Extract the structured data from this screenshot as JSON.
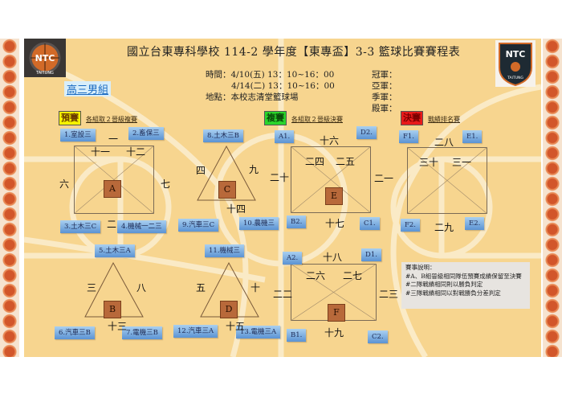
{
  "header": {
    "title": "國立台東專科學校 114-2 學年度【東專盃】3-3 籃球比賽賽程表",
    "time_label": "時間：4/10(五) 13：10~16：00",
    "time_label_2": "4/14(二) 13：10~16：00",
    "location": "地點：本校志清堂籃球場",
    "podium": [
      "冠軍：",
      "亞軍：",
      "季軍：",
      "殿軍："
    ],
    "logo_text": "NTC",
    "logo_subtext": "TAITUNG"
  },
  "group_label": "高三男組",
  "stages": {
    "preliminary": {
      "tag": "預賽",
      "note": "各組取２晉級複賽"
    },
    "semifinal": {
      "tag": "複賽",
      "note": "各組取２晉級決賽"
    },
    "final": {
      "tag": "決賽",
      "note": "戰績排名賽"
    }
  },
  "groups": {
    "A": {
      "name": "A",
      "teams": [
        "1.室設三",
        "2.畜保三",
        "3.土木三C",
        "4.機械一二三"
      ],
      "matches": [
        "一",
        "二",
        "六",
        "七",
        "十一",
        "十二"
      ]
    },
    "B": {
      "name": "B",
      "teams": [
        "5.土木三A",
        "6.汽車三B",
        "7.電機三B"
      ],
      "matches": [
        "三",
        "八",
        "十三"
      ]
    },
    "C": {
      "name": "C",
      "teams": [
        "8.土木三B",
        "9.汽車三C",
        "10.農機三"
      ],
      "matches": [
        "四",
        "九",
        "十四"
      ]
    },
    "D": {
      "name": "D",
      "teams": [
        "11.機械三",
        "12.汽車三A",
        "13.電機三A"
      ],
      "matches": [
        "五",
        "十",
        "十五"
      ]
    },
    "E": {
      "name": "E",
      "teams": [
        "A1.",
        "D2.",
        "B2.",
        "C1."
      ],
      "matches": [
        "十六",
        "十七",
        "二十",
        "二一",
        "二四",
        "二五"
      ]
    },
    "F": {
      "name": "F",
      "teams": [
        "A2.",
        "D1.",
        "B1.",
        "C2."
      ],
      "matches": [
        "十八",
        "十九",
        "二二",
        "二三",
        "二六",
        "二七"
      ]
    },
    "final": {
      "teams": [
        "F1.",
        "E1.",
        "F2.",
        "E2."
      ],
      "matches": [
        "二八",
        "二九",
        "三十",
        "三一"
      ]
    }
  },
  "notes": {
    "title": "賽事說明：",
    "lines": [
      "#A、B組晉級相同隊伍預賽成績保留至決賽",
      "#二隊戰績相同則以勝負判定",
      "#三隊戰績相同以對戰勝負分差判定"
    ]
  },
  "colors": {
    "court": "#f7d58f",
    "team_box": "#5b93d3",
    "pre_tag": "#f5f200",
    "semi_tag": "#2bd52b",
    "final_tag": "#e81a1a"
  }
}
